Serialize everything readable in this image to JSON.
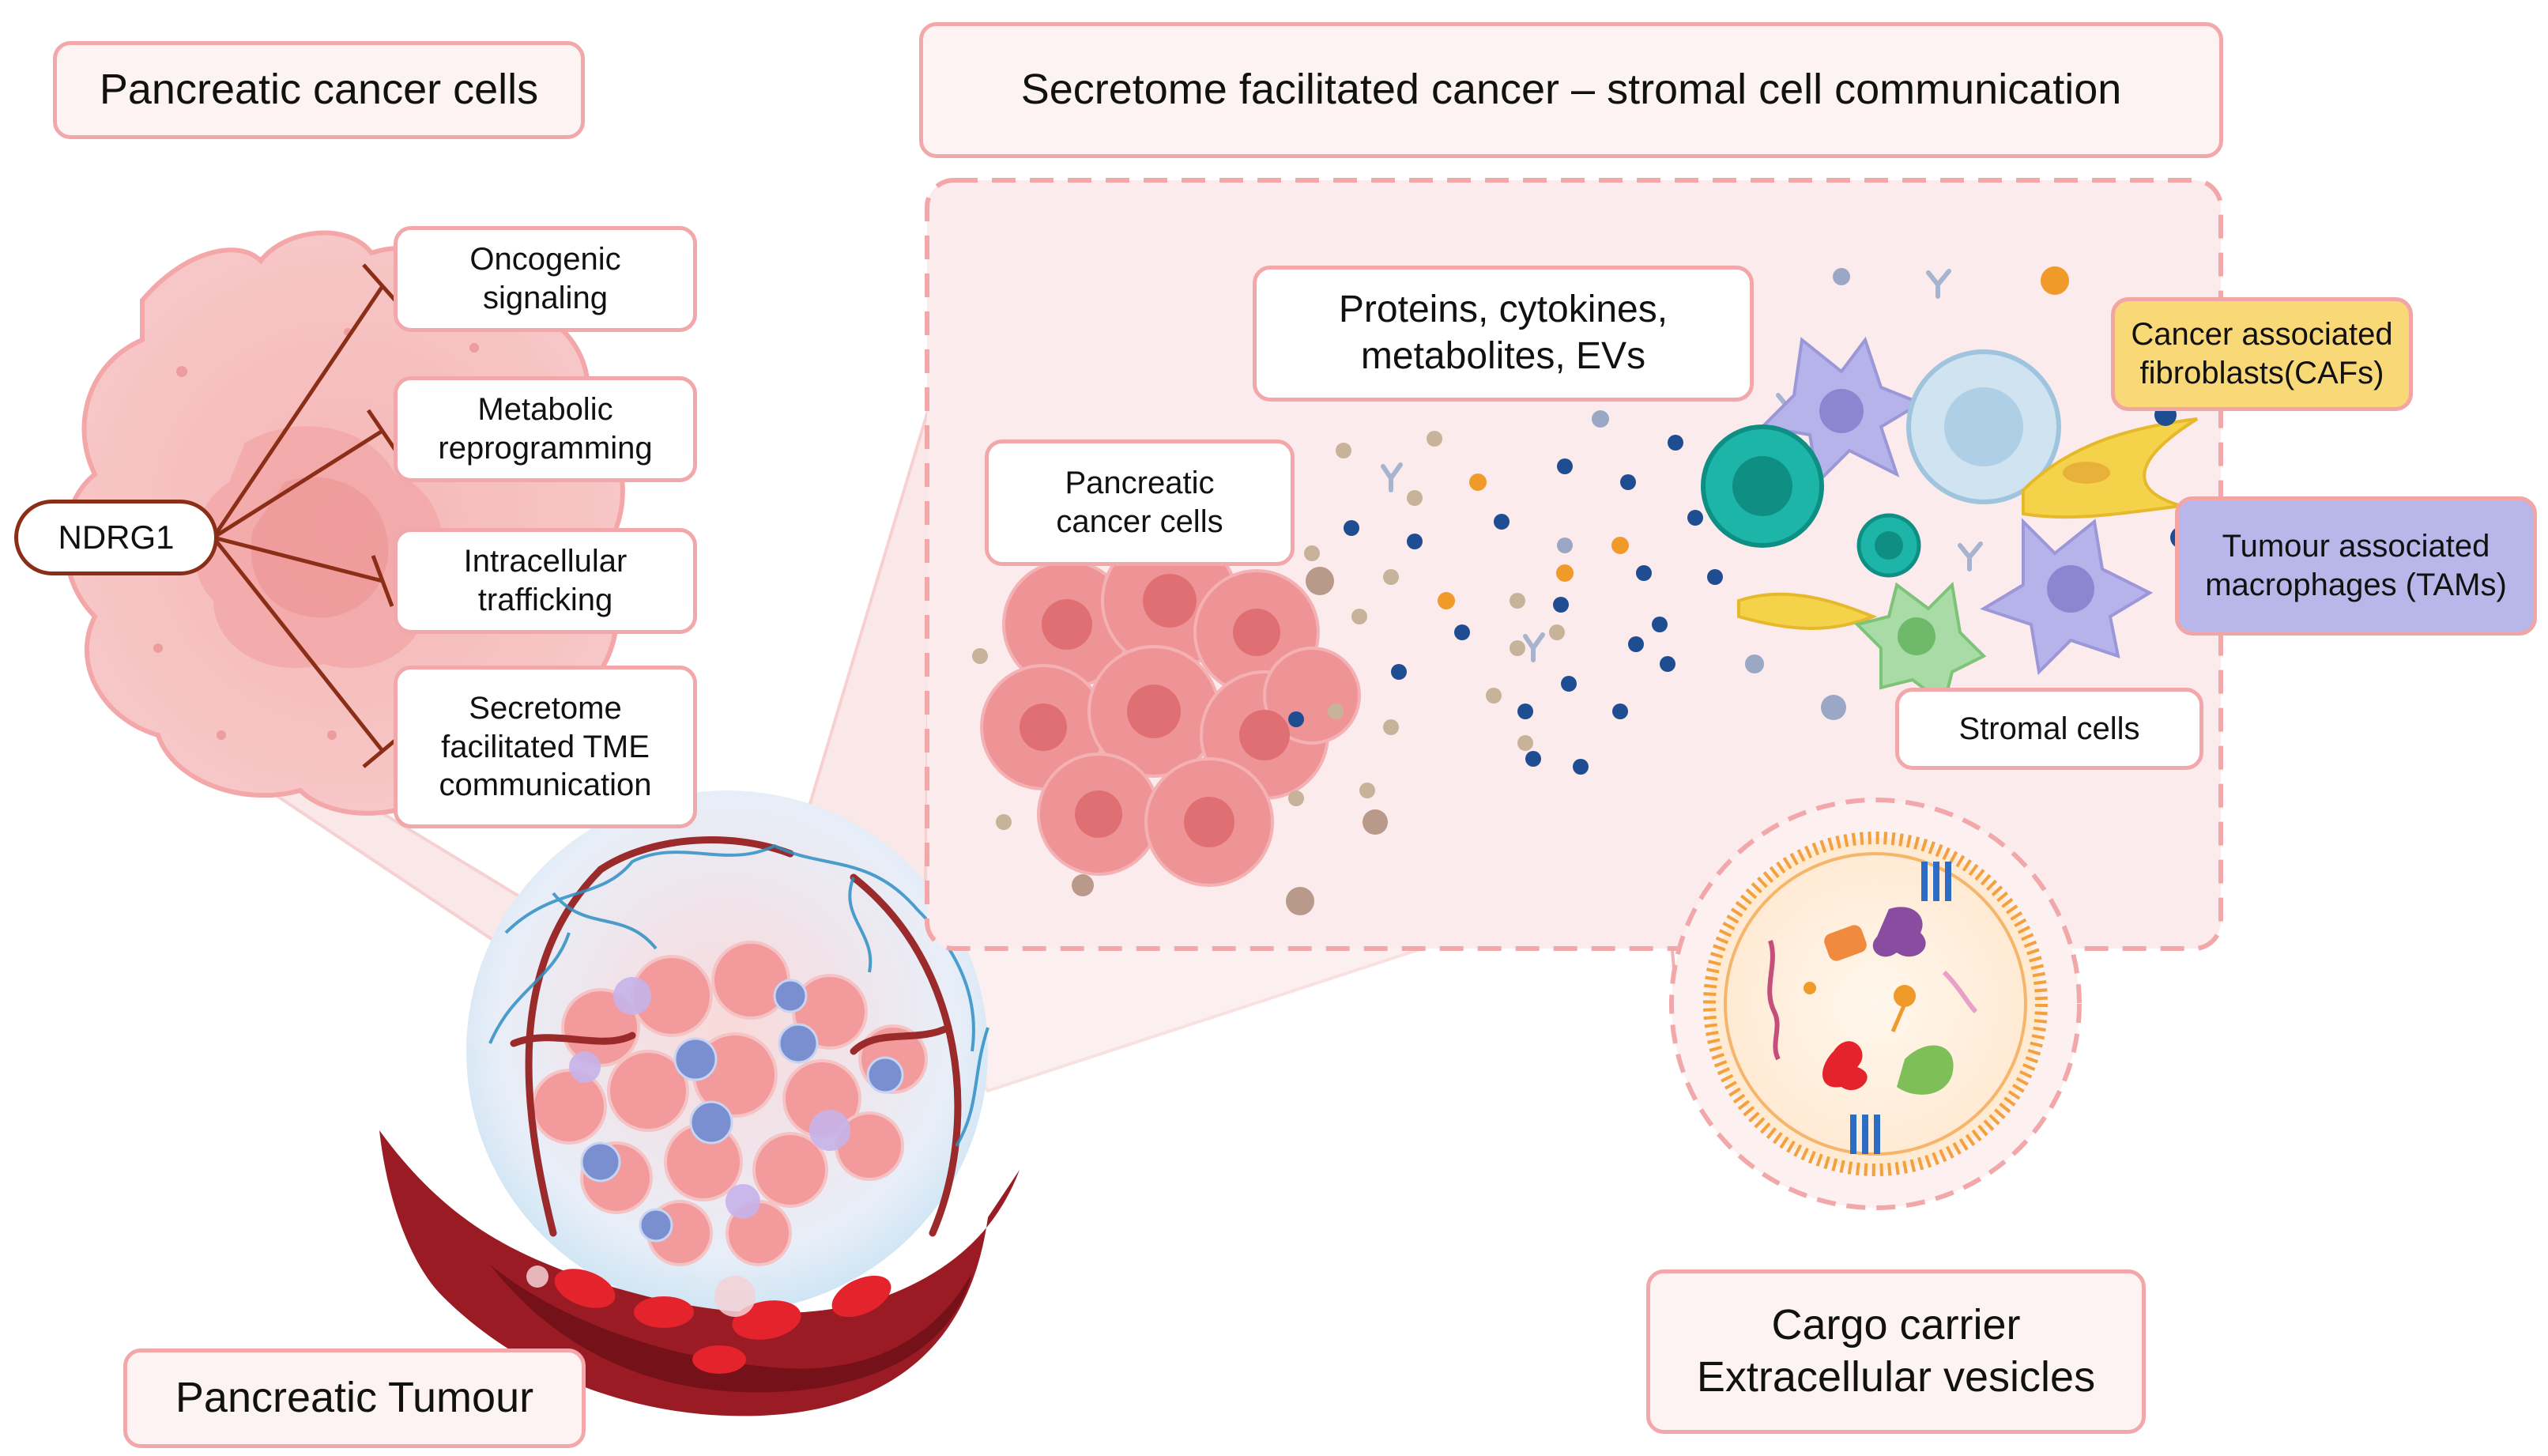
{
  "titles": {
    "pancreatic_cancer_cells": "Pancreatic cancer  cells",
    "secretome": "Secretome facilitated cancer – stromal cell communication",
    "pancreatic_tumour": "Pancreatic Tumour",
    "cargo_carrier": [
      "Cargo carrier",
      "Extracellular vesicles"
    ]
  },
  "ndrg1": {
    "label": "NDRG1",
    "targets": [
      [
        "Oncogenic",
        "signaling"
      ],
      [
        "Metabolic",
        "reprogramming"
      ],
      [
        "Intracellular",
        "trafficking"
      ],
      [
        "Secretome",
        "facilitated TME",
        "communication"
      ]
    ]
  },
  "labels": {
    "secreted_factors": [
      "Proteins, cytokines,",
      "metabolites, EVs"
    ],
    "cancer_cells": [
      "Pancreatic",
      "cancer cells"
    ],
    "cafs": [
      "Cancer associated",
      "fibroblasts(CAFs)"
    ],
    "tams": [
      "Tumour associated",
      "macrophages (TAMs)"
    ],
    "stromal": "Stromal cells"
  },
  "colors": {
    "box_border": "#f2a8aa",
    "box_fill": "#fdf3f3",
    "inhibition_line": "#8b2e17",
    "caf_fill": "#f8d877",
    "tam_fill": "#b9b7ea"
  }
}
